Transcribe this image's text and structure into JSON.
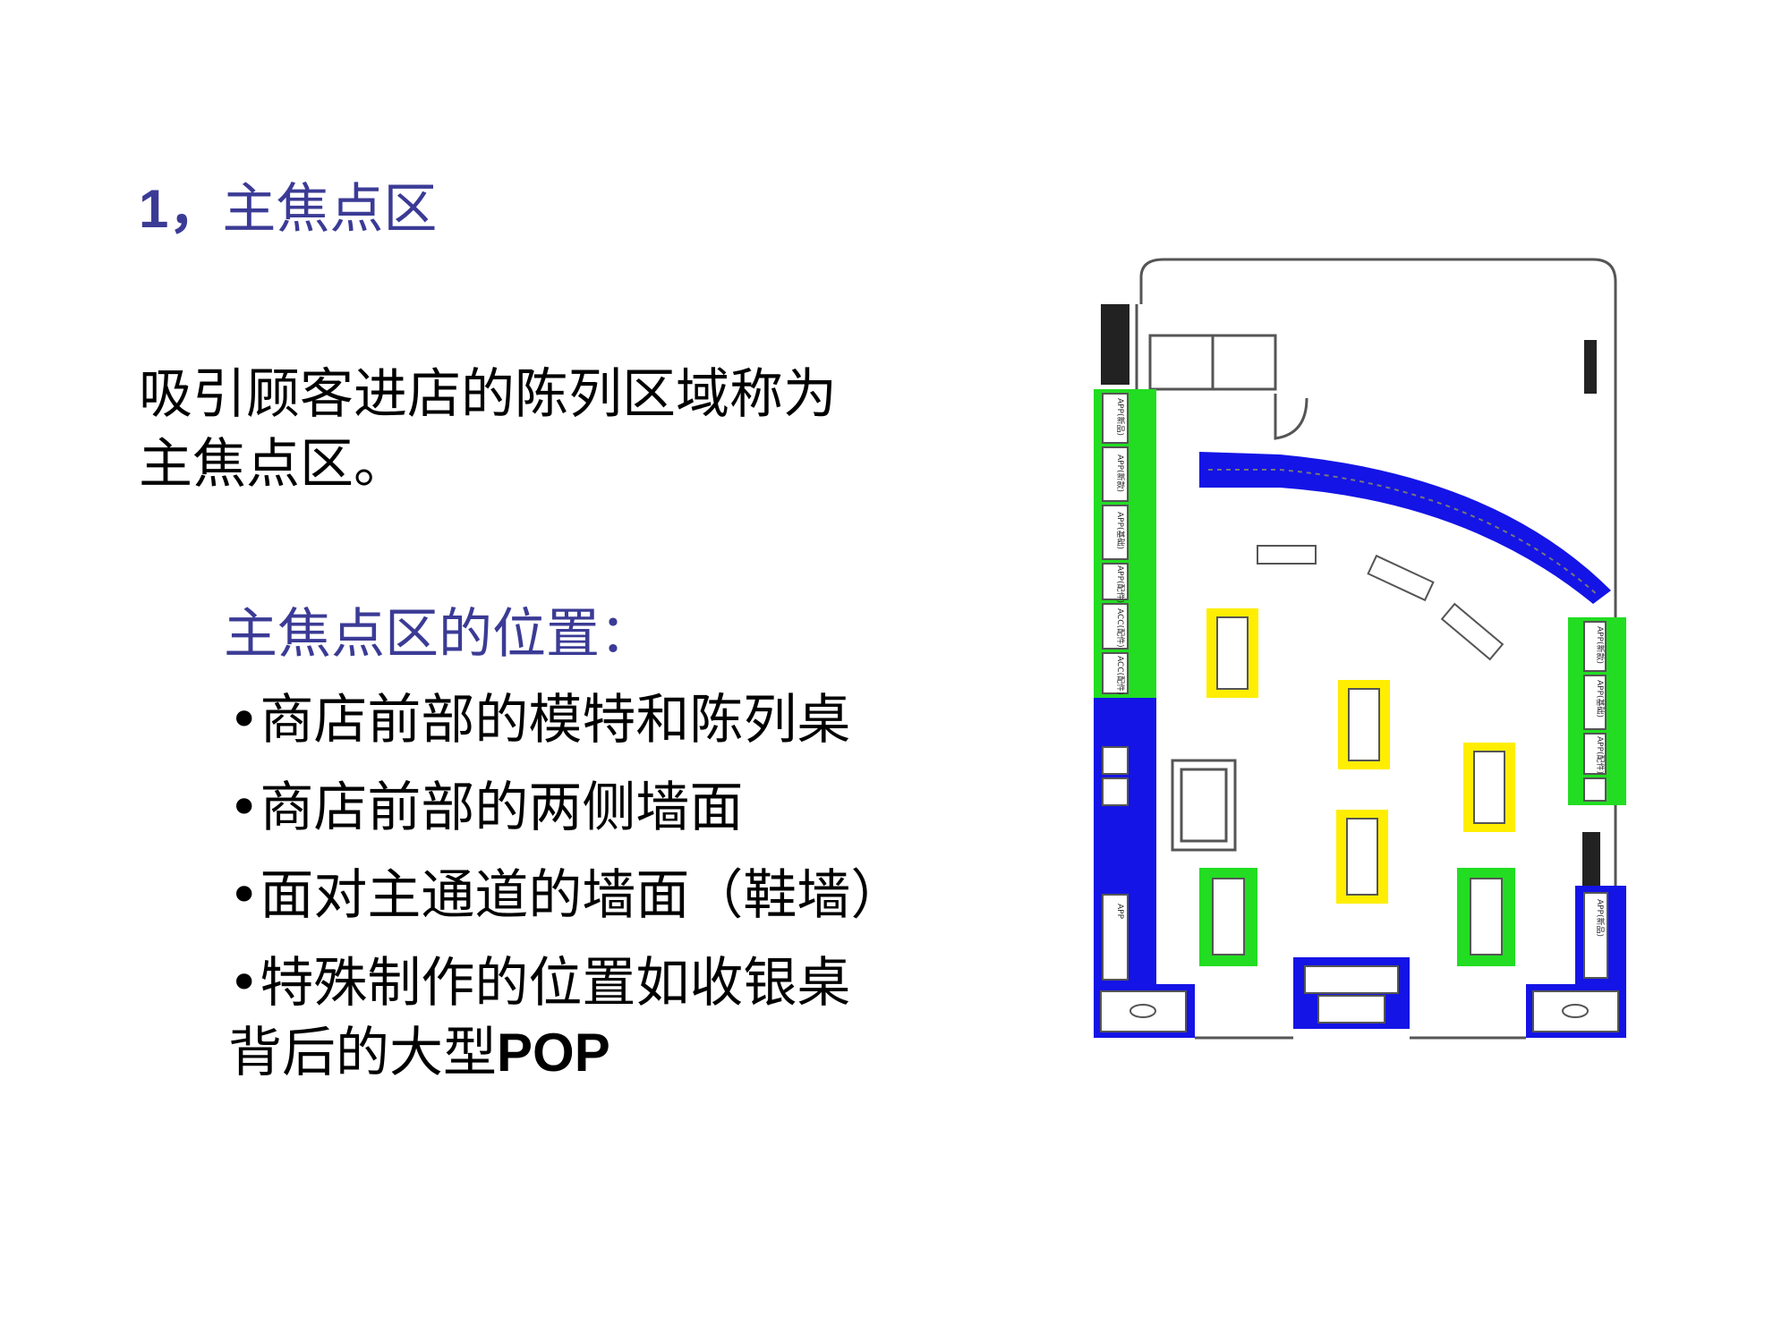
{
  "heading": {
    "number": "1，",
    "title": "主焦点区"
  },
  "intro": {
    "lines": [
      "吸引顾客进店的陈列区域称为",
      "主焦点区。"
    ]
  },
  "subheading": "主焦点区的位置：",
  "bullets": [
    {
      "lines": [
        "•商店前部的模特和陈列桌"
      ]
    },
    {
      "lines": [
        "•商店前部的两侧墙面"
      ]
    },
    {
      "lines": [
        "•面对主通道的墙面（鞋墙）"
      ]
    },
    {
      "lines": [
        "•特殊制作的位置如收银桌",
        "背后的大型"
      ],
      "suffix": "POP"
    }
  ],
  "floor_plan": {
    "colors": {
      "green": "#22dd22",
      "blue": "#1414e6",
      "yellow": "#ffee00",
      "dark": "#222222",
      "line": "#555555"
    },
    "left_wall_labels": [
      "APP(新品)",
      "APP(新款)",
      "APP(基础)",
      "APP(配件)",
      "ACC(配件)",
      "ACC(配件)"
    ],
    "right_wall_labels": [
      "APP(新款)",
      "APP(基础)",
      "APP(配件)"
    ],
    "right_lower_label": "APP(新品)",
    "left_lower_label": "APP"
  }
}
